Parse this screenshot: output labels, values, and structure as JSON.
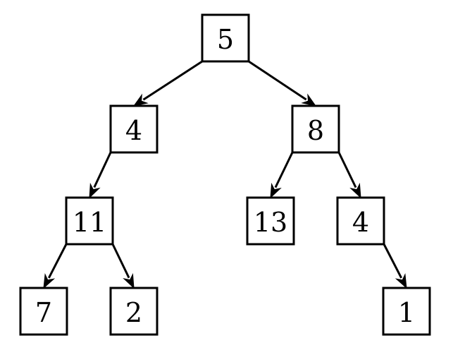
{
  "tree": {
    "nodes": [
      {
        "id": "n5",
        "label": "5"
      },
      {
        "id": "n4",
        "label": "4"
      },
      {
        "id": "n8",
        "label": "8"
      },
      {
        "id": "n11",
        "label": "11"
      },
      {
        "id": "n13",
        "label": "13"
      },
      {
        "id": "n4b",
        "label": "4"
      },
      {
        "id": "n7",
        "label": "7"
      },
      {
        "id": "n2",
        "label": "2"
      },
      {
        "id": "n1",
        "label": "1"
      }
    ],
    "edges": [
      {
        "from": "n5",
        "to": "n4"
      },
      {
        "from": "n5",
        "to": "n8"
      },
      {
        "from": "n4",
        "to": "n11"
      },
      {
        "from": "n8",
        "to": "n13"
      },
      {
        "from": "n8",
        "to": "n4b"
      },
      {
        "from": "n11",
        "to": "n7"
      },
      {
        "from": "n11",
        "to": "n2"
      },
      {
        "from": "n4b",
        "to": "n1"
      }
    ]
  }
}
